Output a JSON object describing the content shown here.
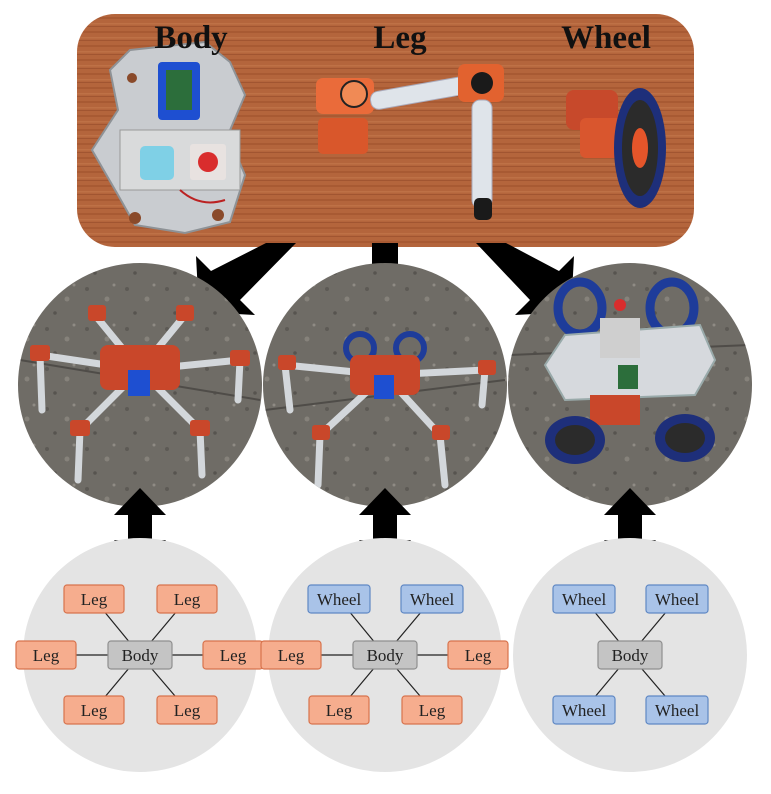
{
  "banner": {
    "labels": {
      "body": "Body",
      "leg": "Leg",
      "wheel": "Wheel"
    },
    "colors": {
      "wood_light": "#b7683f",
      "wood_dark": "#8a4527"
    }
  },
  "configs": [
    {
      "id": "hexapod",
      "graph": {
        "center": "Body",
        "nodes": [
          {
            "label": "Leg",
            "kind": "leg"
          },
          {
            "label": "Leg",
            "kind": "leg"
          },
          {
            "label": "Leg",
            "kind": "leg"
          },
          {
            "label": "Leg",
            "kind": "leg"
          },
          {
            "label": "Leg",
            "kind": "leg"
          },
          {
            "label": "Leg",
            "kind": "leg"
          }
        ]
      }
    },
    {
      "id": "hybrid",
      "graph": {
        "center": "Body",
        "nodes": [
          {
            "label": "Wheel",
            "kind": "wheel"
          },
          {
            "label": "Wheel",
            "kind": "wheel"
          },
          {
            "label": "Leg",
            "kind": "leg"
          },
          {
            "label": "Leg",
            "kind": "leg"
          },
          {
            "label": "Leg",
            "kind": "leg"
          },
          {
            "label": "Leg",
            "kind": "leg"
          }
        ]
      }
    },
    {
      "id": "wheeled",
      "graph": {
        "center": "Body",
        "nodes": [
          {
            "label": "Wheel",
            "kind": "wheel"
          },
          {
            "label": "Wheel",
            "kind": "wheel"
          },
          {
            "label": "Wheel",
            "kind": "wheel"
          },
          {
            "label": "Wheel",
            "kind": "wheel"
          }
        ]
      }
    }
  ],
  "colors": {
    "leg_fill": "#f6ad8e",
    "leg_stroke": "#d8734d",
    "wheel_fill": "#a9c3e8",
    "wheel_stroke": "#5f88c4",
    "body_fill": "#c4c4c4",
    "body_stroke": "#8f8f8f",
    "graph_bg": "#e4e4e4",
    "arrow": "#000000"
  }
}
